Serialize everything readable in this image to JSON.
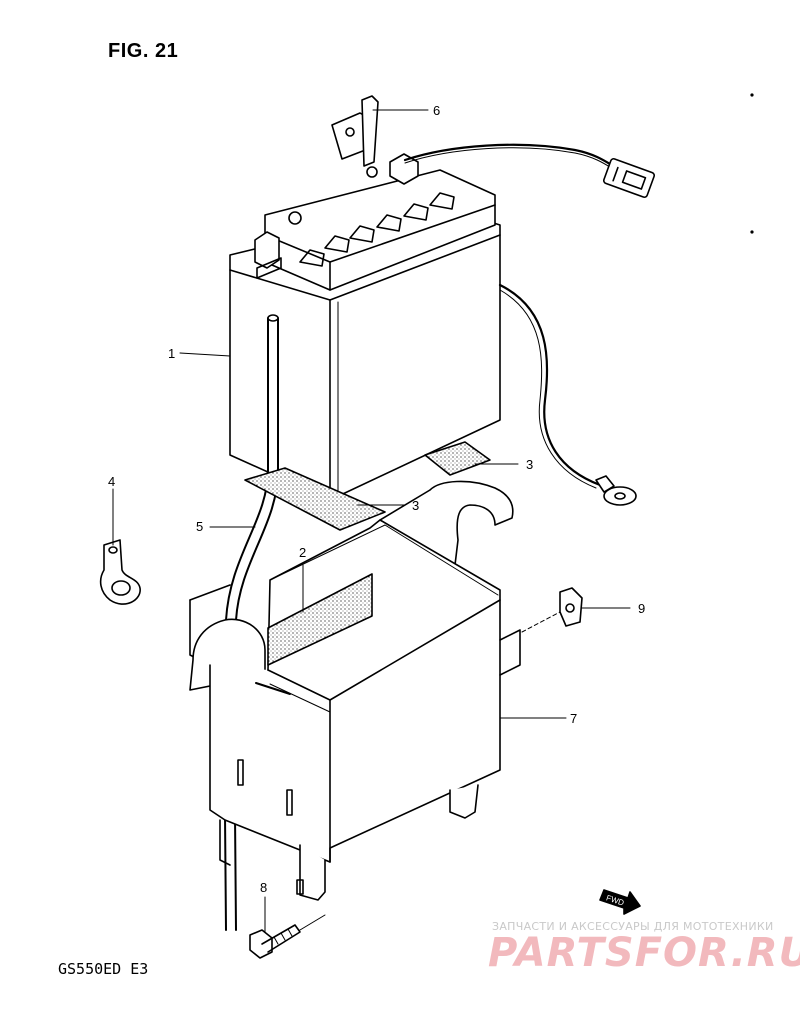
{
  "figure": {
    "title": "FIG. 21",
    "model_code": "GS550ED  E3"
  },
  "callouts": {
    "c1": "1",
    "c2": "2",
    "c3a": "3",
    "c3b": "3",
    "c4": "4",
    "c5": "5",
    "c6": "6",
    "c7": "7",
    "c8": "8",
    "c9": "9"
  },
  "direction_marker": "FWD",
  "watermark": {
    "subtitle": "ЗАПЧАСТИ И АКСЕССУАРЫ ДЛЯ МОТОТЕХНИКИ",
    "brand": "PARTSFOR.RU"
  }
}
